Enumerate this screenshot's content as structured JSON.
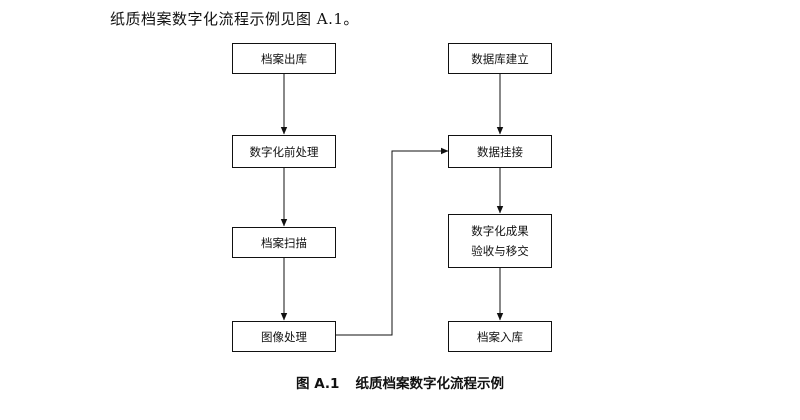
{
  "intro_text": "纸质档案数字化流程示例见图 A.1。",
  "left_column": {
    "step1": "档案出库",
    "step2": "数字化前处理",
    "step3": "档案扫描",
    "step4": "图像处理"
  },
  "right_column": {
    "step1": "数据库建立",
    "step2": "数据挂接",
    "step3_line1": "数字化成果",
    "step3_line2": "验收与移交",
    "step4": "档案入库"
  },
  "caption": {
    "figure_number": "图 A.1",
    "title": "纸质档案数字化流程示例"
  }
}
